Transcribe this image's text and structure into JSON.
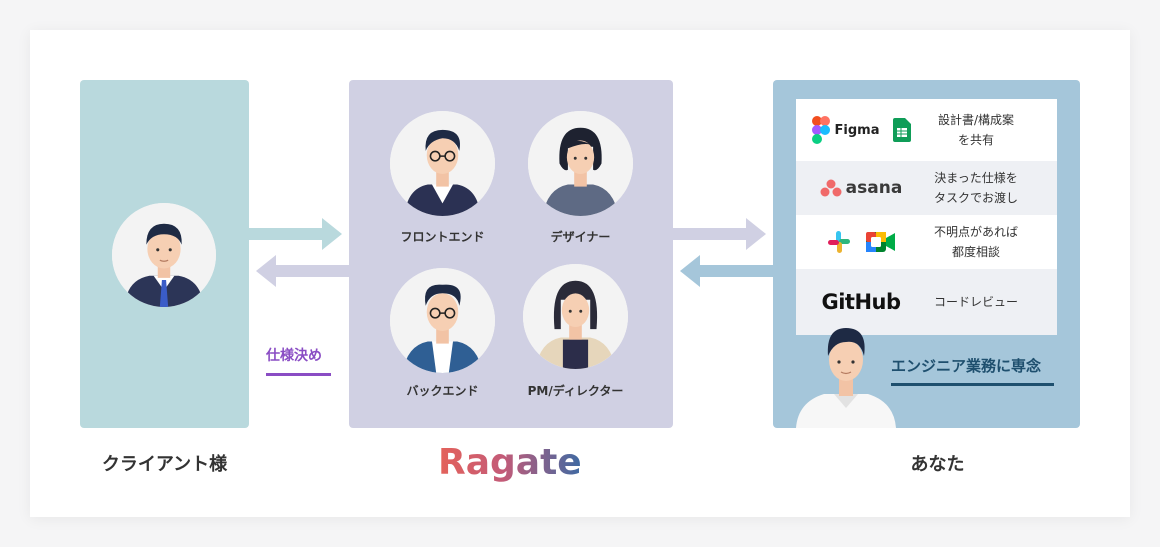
{
  "client": {
    "caption": "クライアント様"
  },
  "ragate": {
    "logo": "Ragate",
    "members": [
      {
        "role": "フロントエンド"
      },
      {
        "role": "デザイナー"
      },
      {
        "role": "バックエンド"
      },
      {
        "role": "PM/ディレクター"
      }
    ]
  },
  "spec": {
    "label": "仕様決め",
    "color": "#8a4dc4"
  },
  "you": {
    "caption": "あなた",
    "focus_label": "エンジニア業務に専念",
    "tools": [
      {
        "logos": [
          "Figma",
          "Google Sheets"
        ],
        "line1": "設計書/構成案",
        "line2": "を共有"
      },
      {
        "logos": [
          "asana"
        ],
        "line1": "決まった仕様を",
        "line2": "タスクでお渡し"
      },
      {
        "logos": [
          "slack-icon",
          "google-meet-icon"
        ],
        "line1": "不明点があれば",
        "line2": "都度相談"
      },
      {
        "logos": [
          "GitHub"
        ],
        "line1": "コードレビュー",
        "line2": ""
      }
    ]
  },
  "colors": {
    "client_panel": "#b9d9dd",
    "ragate_panel": "#d0d0e3",
    "you_panel": "#a5c6da",
    "arrow_client": "#b9d9dd",
    "arrow_ragate": "#d0d0e3",
    "arrow_you": "#a5c6da"
  }
}
